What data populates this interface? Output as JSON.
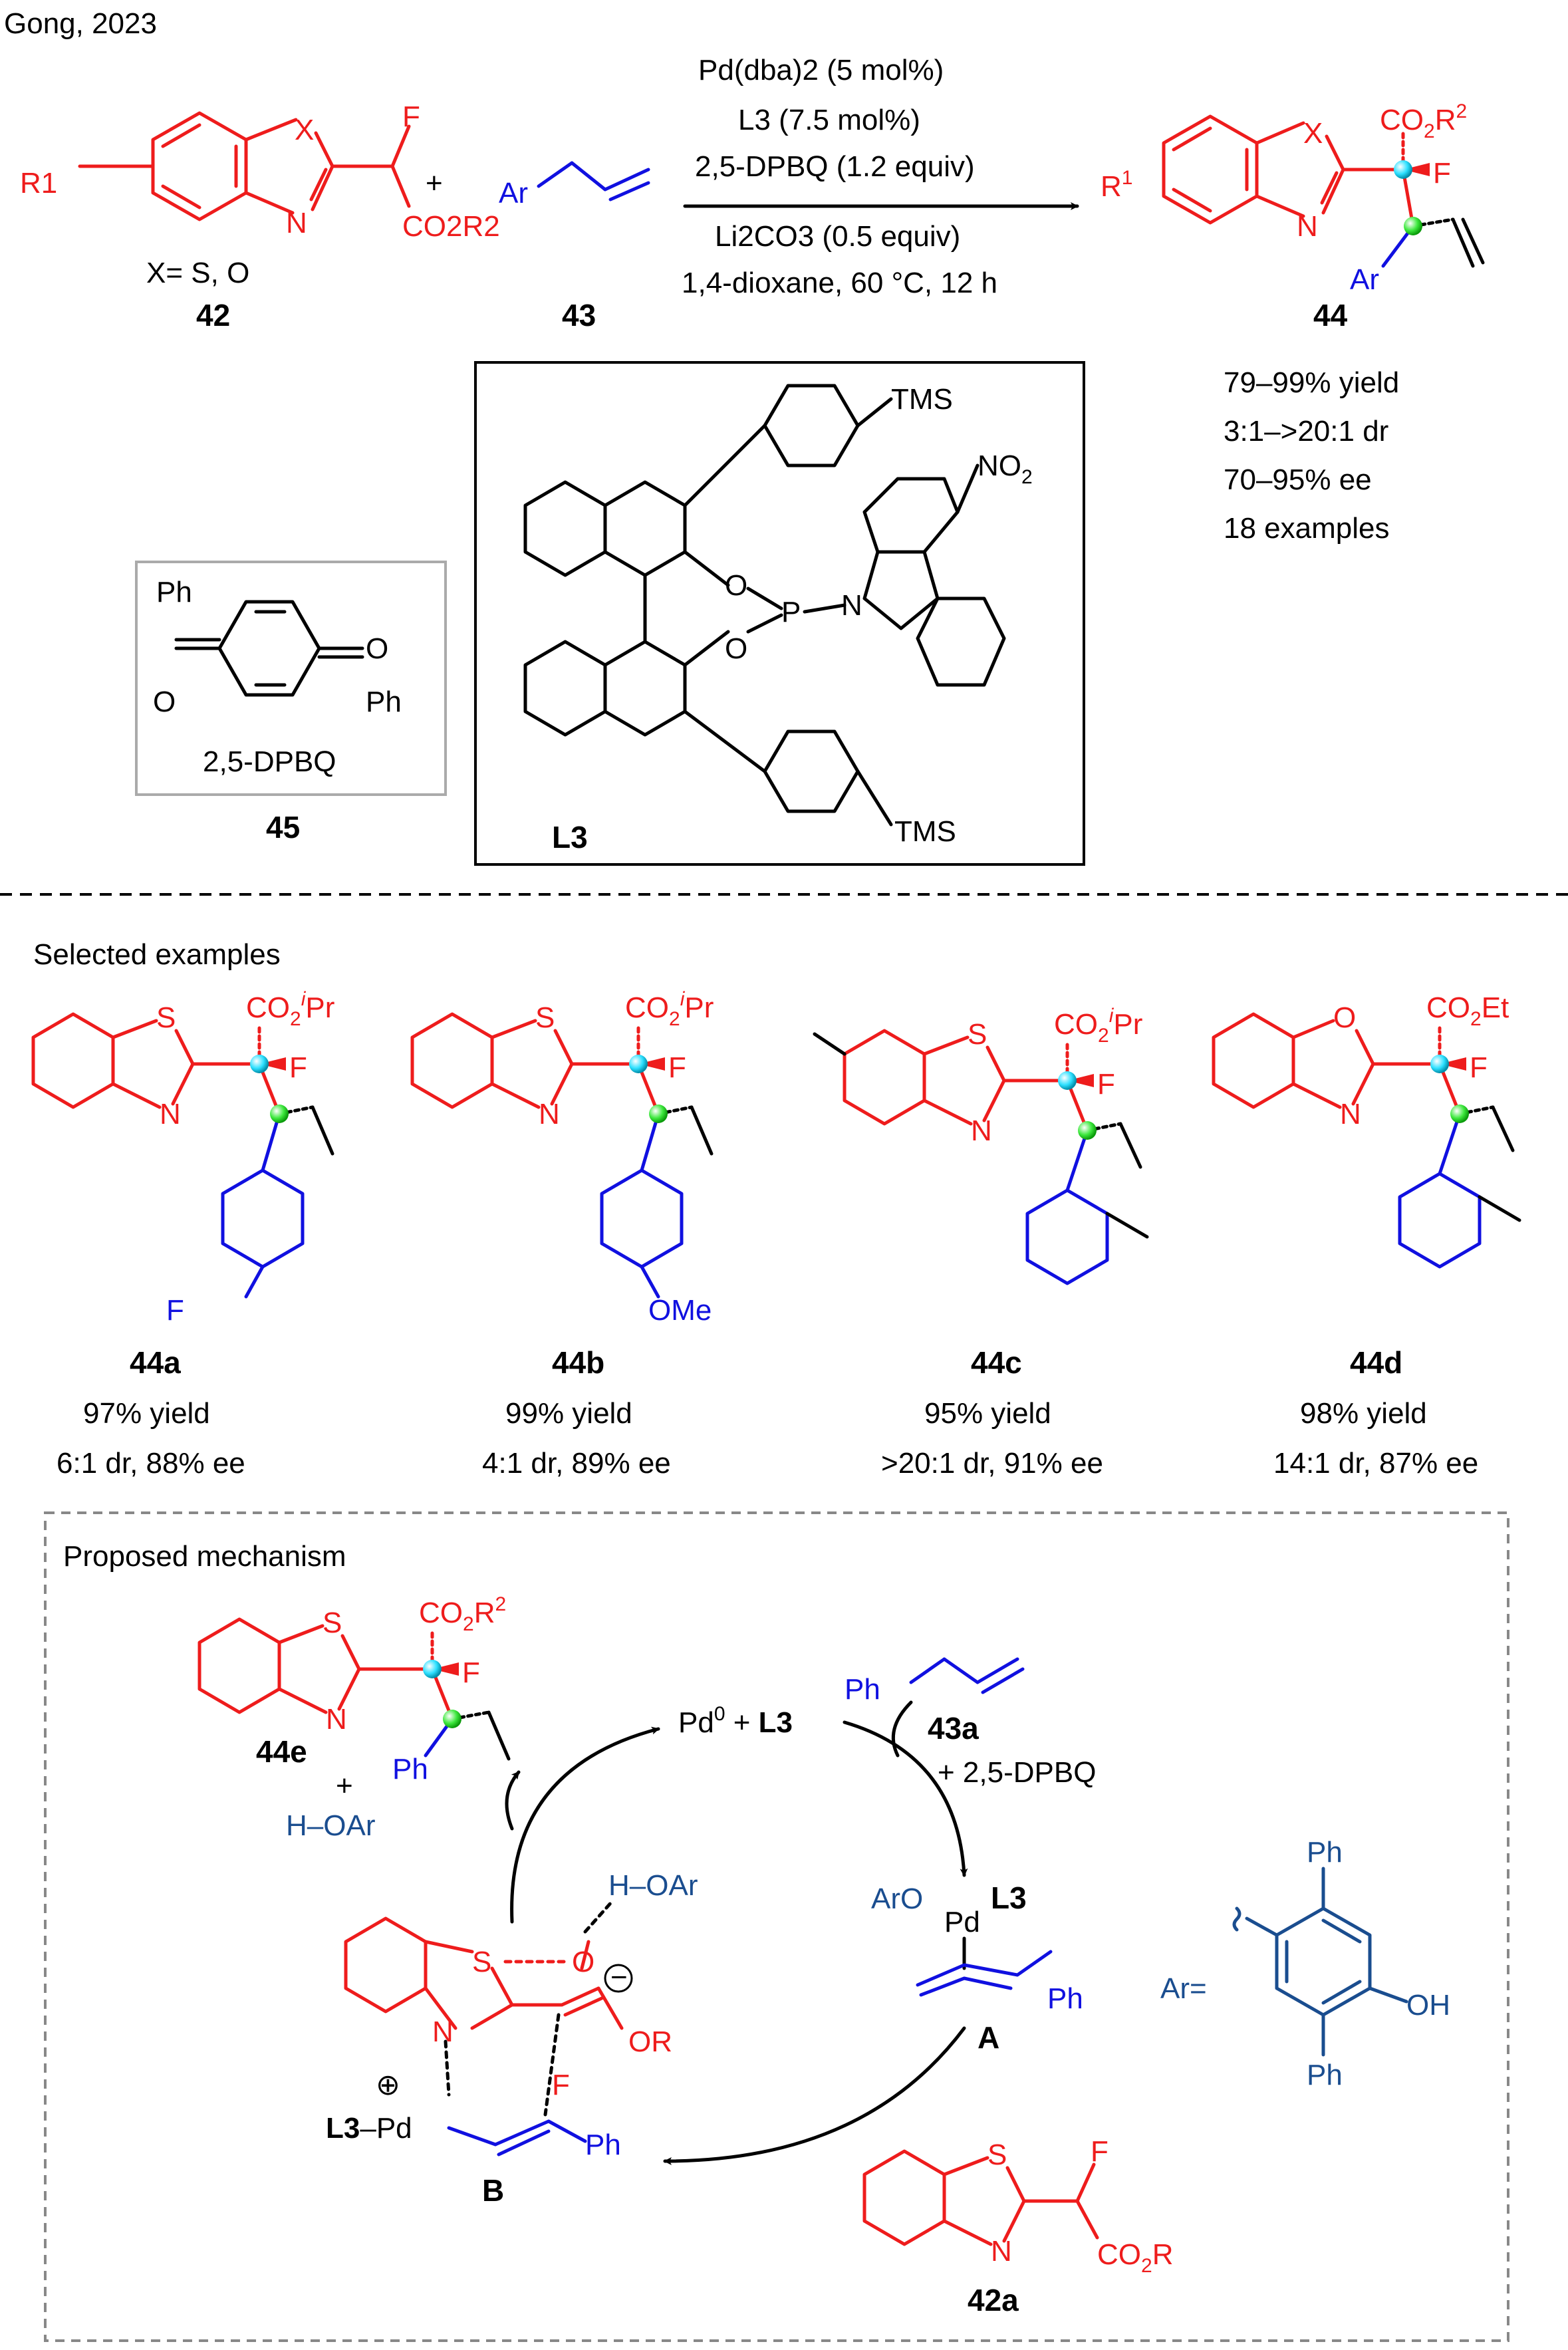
{
  "header": {
    "citation": "Gong, 2023"
  },
  "conditions": {
    "line1": "Pd(dba)2 (5 mol%)",
    "line2": "L3 (7.5 mol%)",
    "line3": "2,5-DPBQ (1.2 equiv)",
    "line4": "Li2CO3 (0.5 equiv)",
    "line5": "1,4-dioxane, 60 °C, 12 h"
  },
  "reactant_42": {
    "id": "42",
    "note": "X= S, O",
    "substituent": "R1",
    "ester": "CO2R2",
    "hetero": "X",
    "fluoro": "F"
  },
  "reactant_43": {
    "id": "43",
    "aryl": "Ar"
  },
  "product_44": {
    "id": "44",
    "stats": [
      "79–99% yield",
      "3:1–>20:1 dr",
      "70–95% ee",
      "18 examples"
    ]
  },
  "ligand": {
    "id": "L3",
    "tms": "TMS",
    "nitro": "NO2",
    "o": "O",
    "p": "P",
    "n": "N"
  },
  "quinone": {
    "id": "45",
    "name": "2,5-DPBQ",
    "ph": "Ph",
    "o": "O"
  },
  "selected": {
    "heading": "Selected examples",
    "items": [
      {
        "id": "44a",
        "yield": "97% yield",
        "sel": "6:1 dr, 88% ee",
        "ester": "CO2iPr",
        "sub": "F"
      },
      {
        "id": "44b",
        "yield": "99% yield",
        "sel": "4:1 dr, 89% ee",
        "ester": "CO2iPr",
        "sub": "OMe"
      },
      {
        "id": "44c",
        "yield": "95% yield",
        "sel": ">20:1 dr, 91% ee",
        "ester": "CO2iPr",
        "sub": ""
      },
      {
        "id": "44d",
        "yield": "98% yield",
        "sel": "14:1 dr, 87% ee",
        "ester": "CO2Et",
        "sub": ""
      }
    ]
  },
  "mechanism": {
    "heading": "Proposed mechanism",
    "catalyst": "Pd0 + L3",
    "substrate_43a": "43a",
    "additive": "+ 2,5-DPBQ",
    "intermediate_A": "A",
    "intermediate_B": "B",
    "product_44e": "44e",
    "byproduct": "H–OAr",
    "plus": "+",
    "substrate_42a": "42a",
    "ar_def": "Ar=",
    "ar_groups": {
      "ph": "Ph",
      "oh": "OH"
    },
    "a_labels": {
      "aro": "ArO",
      "pd": "Pd",
      "l3": "L3"
    },
    "b_labels": {
      "l3pd": "L3–Pd",
      "or": "OR",
      "f": "F",
      "s": "S",
      "o": "O",
      "n": "N"
    }
  }
}
